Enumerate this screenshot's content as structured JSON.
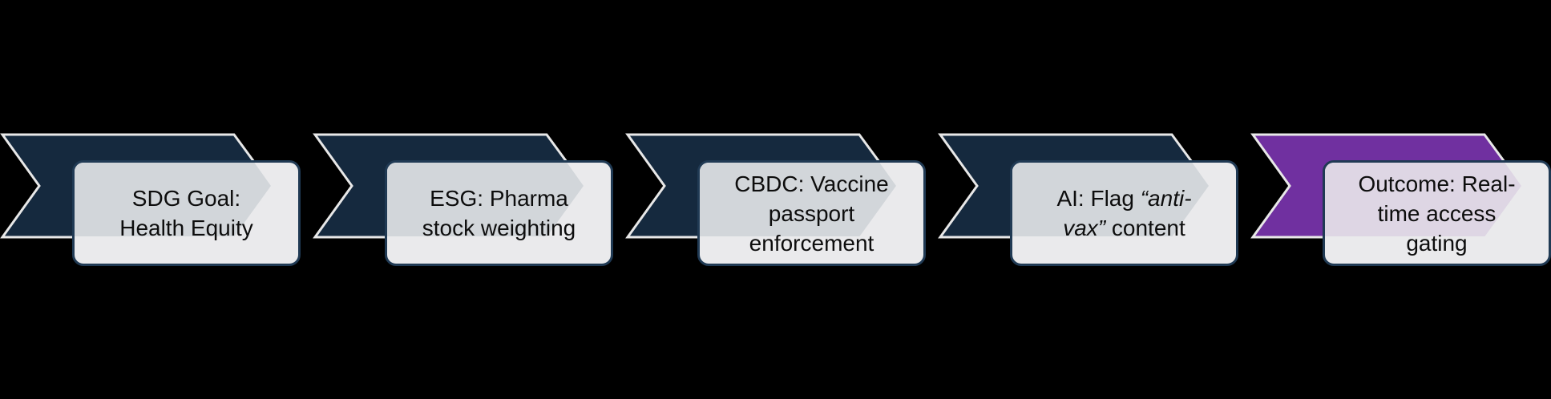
{
  "diagram": {
    "type": "chevron-process-flow",
    "background_color": "#000000",
    "arrow_outline_color": "#e8e8e8",
    "box_fill_color": "#eaeaec",
    "box_border_color": "#203a54",
    "text_color": "#0d0d0d",
    "steps": [
      {
        "name": "sdg-goal",
        "arrow_color": "#15293e",
        "tint_color": "#d2d6da",
        "label_text": "SDG Goal: Health Equity",
        "lines": [
          [
            {
              "t": "SDG Goal:"
            }
          ],
          [
            {
              "t": "Health Equity"
            }
          ]
        ]
      },
      {
        "name": "esg-pharma",
        "arrow_color": "#15293e",
        "tint_color": "#d2d6da",
        "label_text": "ESG: Pharma stock weighting",
        "lines": [
          [
            {
              "t": "ESG: Pharma"
            }
          ],
          [
            {
              "t": "stock weighting"
            }
          ]
        ]
      },
      {
        "name": "cbdc-passport",
        "arrow_color": "#15293e",
        "tint_color": "#d2d6da",
        "label_text": "CBDC: Vaccine passport enforcement",
        "lines": [
          [
            {
              "t": "CBDC: Vaccine"
            }
          ],
          [
            {
              "t": "passport"
            }
          ],
          [
            {
              "t": "enforcement"
            }
          ]
        ]
      },
      {
        "name": "ai-flag-content",
        "arrow_color": "#15293e",
        "tint_color": "#d2d6da",
        "label_text": "AI: Flag “anti-vax” content",
        "lines": [
          [
            {
              "t": "AI: Flag "
            },
            {
              "t": "“anti-",
              "i": true
            }
          ],
          [
            {
              "t": "vax”",
              "i": true
            },
            {
              "t": " content"
            }
          ]
        ]
      },
      {
        "name": "outcome-gating",
        "arrow_color": "#7030a0",
        "tint_color": "#ded6e4",
        "label_text": "Outcome: Real-time access gating",
        "lines": [
          [
            {
              "t": "Outcome: Real-"
            }
          ],
          [
            {
              "t": "time access"
            }
          ],
          [
            {
              "t": "gating"
            }
          ]
        ]
      }
    ]
  }
}
